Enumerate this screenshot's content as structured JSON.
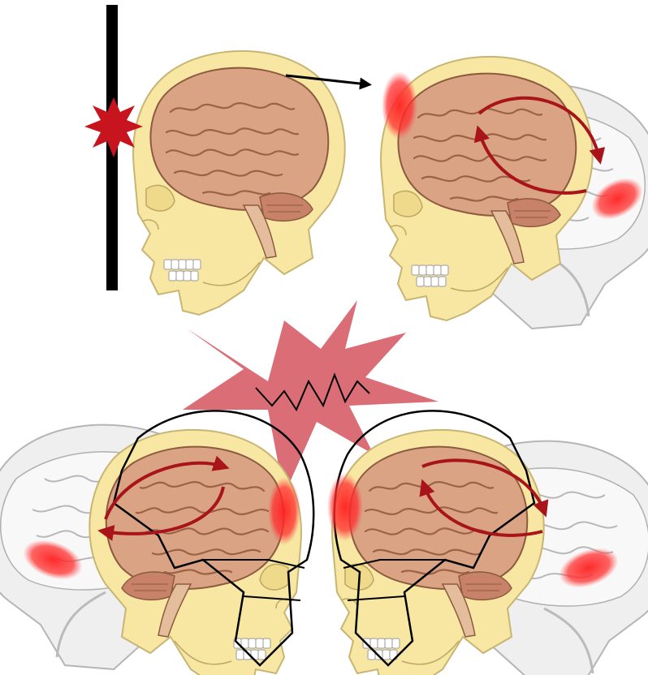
{
  "figure": {
    "panels": [
      {
        "id": "impact-wall",
        "ghost": false,
        "injury_sites": [
          "front"
        ]
      },
      {
        "id": "coup-contrecoup",
        "ghost": true,
        "injury_sites": [
          "front",
          "back"
        ]
      },
      {
        "id": "helmet-left",
        "ghost": true,
        "helmet": true,
        "injury_sites": [
          "front",
          "back"
        ]
      },
      {
        "id": "helmet-right",
        "ghost": true,
        "helmet": true,
        "injury_sites": [
          "front",
          "back"
        ]
      }
    ],
    "colors": {
      "skull": "#f7e7a2",
      "skull_outline": "#c8b574",
      "brain": "#d9a384",
      "brain_fold": "#9c6146",
      "ghost_fill": "#ededed",
      "ghost_line": "#a9a9a9",
      "injury": "#ff2a2a",
      "arrow": "#a8141a",
      "impact_star": "#c8141e",
      "burst": "#d4545e",
      "wall": "#000000"
    }
  }
}
